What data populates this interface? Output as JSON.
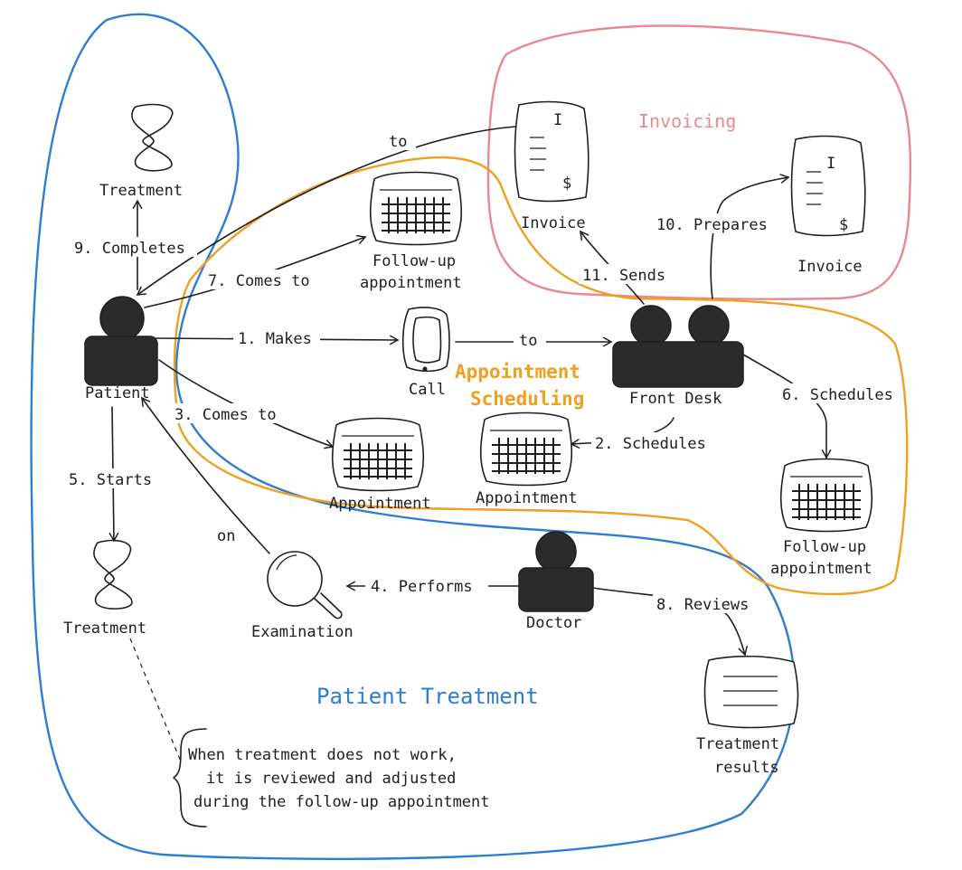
{
  "colors": {
    "patient_treatment": "#2f7dd1",
    "invoicing": "#e9888f",
    "appointment_scheduling": "#f0a020",
    "ink": "#1e1e1e",
    "actor_fill": "#2b2b2b"
  },
  "groups": {
    "patient_treatment": "Patient Treatment",
    "invoicing": "Invoicing",
    "appointment_scheduling_line1": "Appointment",
    "appointment_scheduling_line2": "Scheduling"
  },
  "actors": {
    "patient": "Patient",
    "front_desk": "Front Desk",
    "doctor": "Doctor"
  },
  "objects": {
    "treatment_top": "Treatment",
    "treatment_bottom": "Treatment",
    "call": "Call",
    "followup_top_line1": "Follow-up",
    "followup_top_line2": "appointment",
    "appointment_left": "Appointment",
    "appointment_mid": "Appointment",
    "followup_right_line1": "Follow-up",
    "followup_right_line2": "appointment",
    "invoice_left": "Invoice",
    "invoice_right": "Invoice",
    "examination": "Examination",
    "treatment_results_line1": "Treatment",
    "treatment_results_line2": "results"
  },
  "relations": {
    "makes": "1. Makes",
    "to_front_desk": "to",
    "schedules_appointment": "2. Schedules",
    "comes_to_appointment": "3. Comes to",
    "performs": "4. Performs",
    "on_patient": "on",
    "starts": "5. Starts",
    "schedules_followup": "6. Schedules",
    "comes_to_followup": "7. Comes to",
    "reviews": "8. Reviews",
    "completes": "9. Completes",
    "prepares": "10. Prepares",
    "sends": "11. Sends",
    "invoice_to": "to"
  },
  "document_glyphs": {
    "invoice_letter": "I",
    "invoice_currency": "$"
  },
  "note": {
    "line1": "When treatment does not work,",
    "line2": "it is reviewed and adjusted",
    "line3": "during the follow-up appointment"
  }
}
